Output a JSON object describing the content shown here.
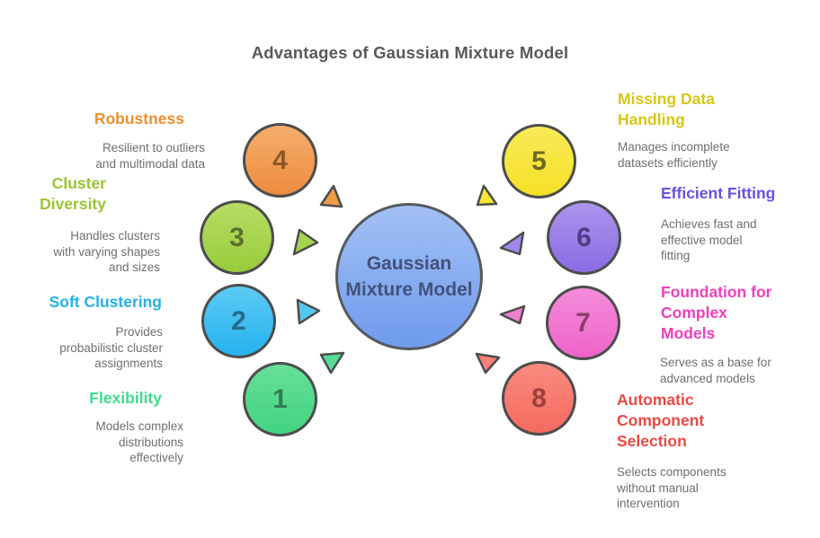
{
  "title": "Advantages of Gaussian Mixture Model",
  "center": {
    "label": "Gaussian\nMixture Model"
  },
  "items": [
    {
      "number": "1",
      "heading": "Flexibility",
      "description": "Models complex\ndistributions\neffectively",
      "accent": "#3edc8b",
      "circle_top": "#66df98",
      "circle_bottom": "#41d480",
      "number_color": "#2f7e55",
      "arrow_fill": "#55dd94"
    },
    {
      "number": "2",
      "heading": "Soft Clustering",
      "description": "Provides\nprobabilistic cluster\nassignments",
      "accent": "#25b1e8",
      "circle_top": "#5ccaf4",
      "circle_bottom": "#25b3ef",
      "number_color": "#276a8c",
      "arrow_fill": "#55c6f0"
    },
    {
      "number": "3",
      "heading": "Cluster\nDiversity",
      "description": "Handles clusters\nwith varying shapes\nand sizes",
      "accent": "#9cc433",
      "circle_top": "#b8dd66",
      "circle_bottom": "#98cc39",
      "number_color": "#5c7030",
      "arrow_fill": "#a6d44e"
    },
    {
      "number": "4",
      "heading": "Robustness",
      "description": "Resilient to outliers\nand multimodal data",
      "accent": "#ef8f2d",
      "circle_top": "#f5ad6e",
      "circle_bottom": "#ee8c3e",
      "number_color": "#8a5a28",
      "arrow_fill": "#f09b46"
    },
    {
      "number": "5",
      "heading": "Missing Data\nHandling",
      "description": "Manages incomplete\ndatasets efficiently",
      "accent": "#d8c515",
      "circle_top": "#f9ea58",
      "circle_bottom": "#f5e126",
      "number_color": "#6e672a",
      "arrow_fill": "#f7e634"
    },
    {
      "number": "6",
      "heading": "Efficient Fitting",
      "description": "Achieves fast and\neffective model\nfitting",
      "accent": "#6b50e2",
      "circle_top": "#ab94ec",
      "circle_bottom": "#8a6ce4",
      "number_color": "#4e3c85",
      "arrow_fill": "#a188ea"
    },
    {
      "number": "7",
      "heading": "Foundation for\nComplex\nModels",
      "description": "Serves as a base for\nadvanced models",
      "accent": "#ee3fbc",
      "circle_top": "#f48cda",
      "circle_bottom": "#ee63c9",
      "number_color": "#8c3c70",
      "arrow_fill": "#f280d2"
    },
    {
      "number": "8",
      "heading": "Automatic\nComponent\nSelection",
      "description": "Selects components\nwithout manual\nintervention",
      "accent": "#e84a42",
      "circle_top": "#f98b7e",
      "circle_bottom": "#f66a5e",
      "number_color": "#9c403a",
      "arrow_fill": "#f98178"
    }
  ],
  "colors": {
    "background": "#ffffff",
    "title_text": "#58595b",
    "description_text": "#6e6f71",
    "circle_border": "#4d4d4d",
    "center_circle_top": "#a2c0f4",
    "center_circle_bottom": "#6f9bee",
    "center_text": "#42527a"
  }
}
